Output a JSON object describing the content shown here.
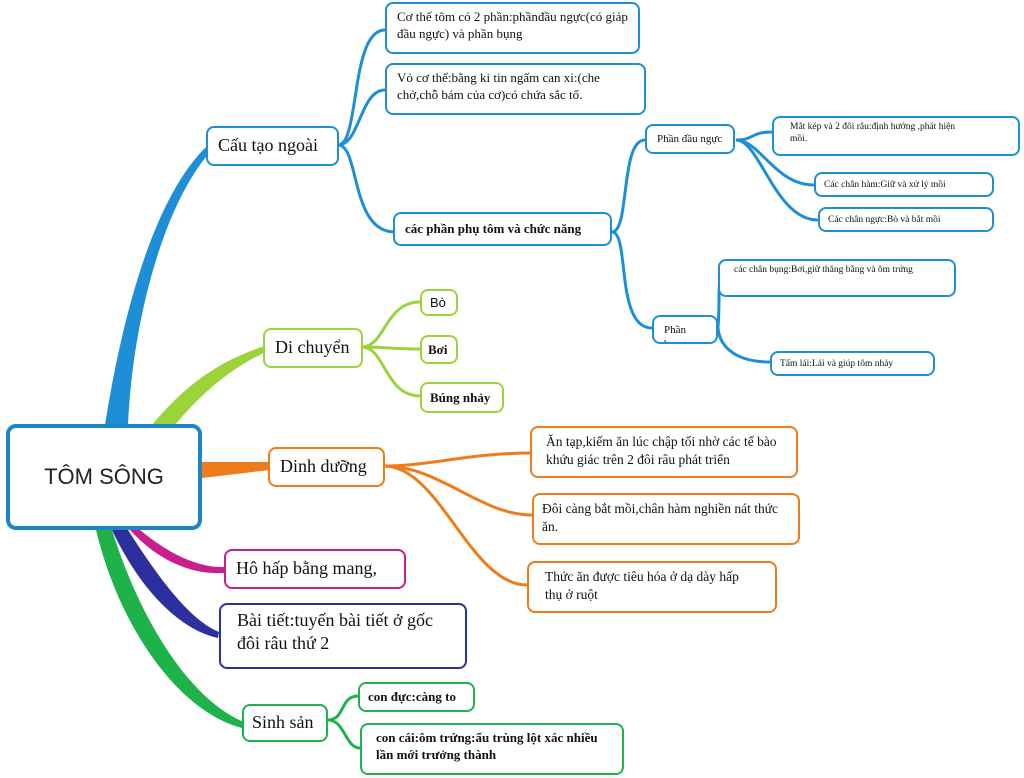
{
  "root": {
    "label": "TÔM SÔNG"
  },
  "branches": {
    "cau_tao": {
      "label": "Cấu tạo ngoài",
      "items": [
        "Cơ thể tôm có 2 phần:phầnđầu ngực(có giáp đầu ngực) và phần bụng",
        "Vỏ cơ thể:bằng ki tin ngấm can xi:(che chở,chỗ bám của  cơ)có chứa sắc tố.",
        "các phần phụ tôm và chức năng"
      ],
      "phan_dau_nguc": {
        "label": "Phần đầu ngực",
        "items": [
          "Mắt kép và 2 đôi râu:định hướng ,phát hiện mồi.",
          "Các chân hàm:Giữ và xử lý mồi",
          "Các chân ngực:Bò và bắt mồi"
        ]
      },
      "phan_bung": {
        "label": "Phần bụng",
        "items": [
          "các chân bụng:Bơi,giữ thăng bằng và ôm trứng",
          "Tấm lái:Lái và giúp tôm nhảy"
        ]
      }
    },
    "di_chuyen": {
      "label": "Di chuyển",
      "items": [
        "Bò",
        "Bơi",
        "Búng nhảy"
      ]
    },
    "dinh_duong": {
      "label": "Dinh dưỡng",
      "items": [
        "Ăn tạp,kiếm ăn lúc chập tối nhờ các tế bào khứu giác trên 2 đôi râu phát triển",
        "Đôi càng bắt mồi,chân hàm nghiền nát thức ăn.",
        "Thức ăn được tiêu hóa ở dạ dày hấp thụ ở ruột"
      ]
    },
    "ho_hap": {
      "label": "Hô hấp bằng mang,"
    },
    "bai_tiet": {
      "label": "Bài tiết:tuyến bài tiết ở gốc đôi râu thứ 2"
    },
    "sinh_san": {
      "label": "Sinh sản",
      "items": [
        "con đực:càng to",
        "con cái:ôm trứng:ấu trùng lột xác nhiều lần mới trưởng thành"
      ]
    }
  },
  "colors": {
    "cau_tao": "#1e8fd6",
    "di_chuyen": "#9bd43a",
    "dinh_duong": "#f07b1a",
    "ho_hap": "#c8208a",
    "bai_tiet": "#2e2f9e",
    "sinh_san": "#1fb24a",
    "root": "#1c86c8"
  }
}
